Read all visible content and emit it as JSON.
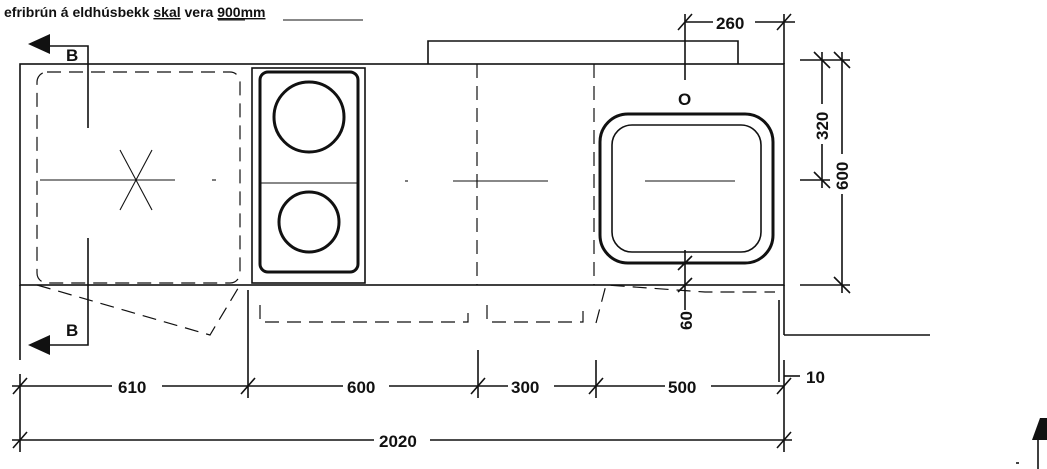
{
  "note": {
    "part1": "efribrún á eldhúsbekk ",
    "part2": "skal",
    "part3": " vera ",
    "part4": "900mm"
  },
  "section_marks": {
    "top": "B",
    "bottom": "B"
  },
  "faucet_symbol": "O",
  "dimensions": {
    "d610": "610",
    "d600": "600",
    "d300": "300",
    "d500": "500",
    "d2020": "2020",
    "d10": "10",
    "d260": "260",
    "d320": "320",
    "d600v": "600",
    "d60": "60"
  }
}
